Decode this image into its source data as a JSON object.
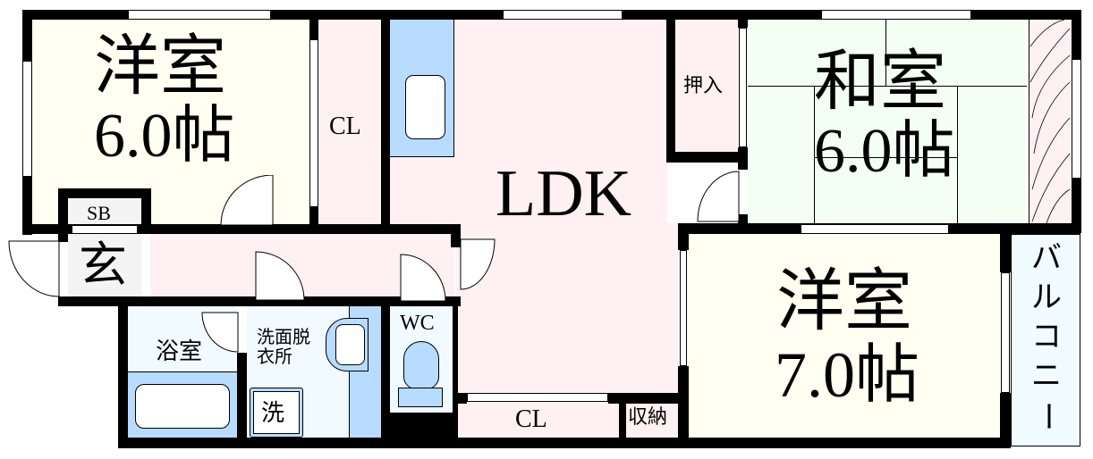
{
  "floorplan": {
    "colors": {
      "wall": "#000000",
      "western_room": "#fffff2",
      "japanese_room": "#f4fff4",
      "ldk": "#fff0f4",
      "closet": "#fff0f2",
      "wet_area": "#f0faff",
      "fixture_blue": "#b8dcff",
      "entrance": "#f4f4f4",
      "balcony": "#f0fcff"
    },
    "rooms": {
      "western1": {
        "name": "洋室",
        "size": "6.0帖"
      },
      "western2": {
        "name": "洋室",
        "size": "7.0帖"
      },
      "japanese": {
        "name": "和室",
        "size": "6.0帖"
      },
      "ldk": {
        "name": "LDK"
      },
      "closet1": {
        "name": "CL"
      },
      "closet2": {
        "name": "CL"
      },
      "oshiire": {
        "name": "押入"
      },
      "storage": {
        "name": "収納"
      },
      "shoe_box": {
        "name": "SB"
      },
      "entrance": {
        "name": "玄"
      },
      "bath": {
        "name": "浴室"
      },
      "washroom": {
        "line1": "洗面脱",
        "line2": "衣所"
      },
      "washer": {
        "name": "洗"
      },
      "toilet": {
        "name": "WC"
      },
      "balcony": {
        "name": "バルコニー",
        "chars": [
          "バ",
          "ル",
          "コ",
          "ニ",
          "ー"
        ]
      }
    }
  }
}
